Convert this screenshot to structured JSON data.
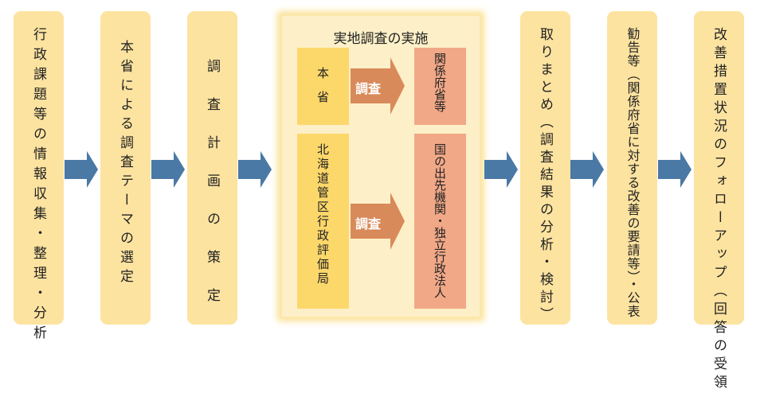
{
  "steps": [
    "行政課題等の情報収集・整理・分析",
    "本省による調査テーマの選定",
    "調査計画の策定",
    "取りまとめ（調査結果の分析・検討）",
    "勧告等（関係府省に対する改善の要請等）・公表",
    "改善措置状況のフォローアップ（回答の受領"
  ],
  "survey": {
    "title": "実地調査の実施",
    "rows": [
      {
        "from": "本　省",
        "action": "調査",
        "to": "関係府省等"
      },
      {
        "from": "北海道管区行政評価局",
        "action": "調査",
        "to": "国の出先機関・独立行政法人"
      }
    ]
  },
  "colors": {
    "step_bg": "#fde3a0",
    "arrow": "#4a79a5",
    "action_arrow": "#d98a5a",
    "target_bg": "#f1a887",
    "source_bg": "#fcd76a"
  }
}
